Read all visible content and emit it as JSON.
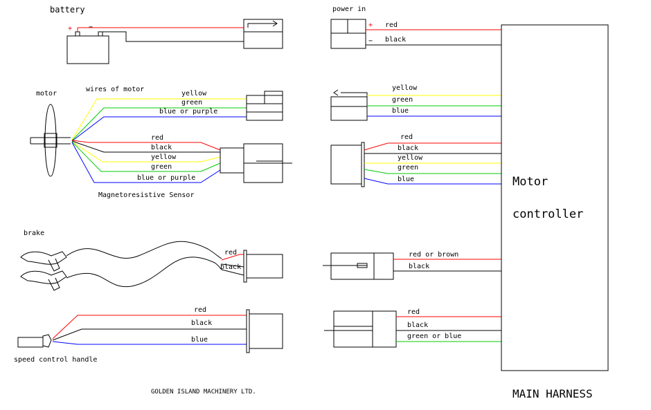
{
  "colors": {
    "red": "#ff0000",
    "black": "#000000",
    "yellow": "#ffff00",
    "green": "#00cc00",
    "blue": "#0000ff"
  },
  "battery": {
    "title": "battery",
    "plus": "+",
    "minus": "−"
  },
  "power_in": {
    "title": "power in",
    "plus": "+",
    "minus": "−",
    "wires": [
      "red",
      "black"
    ]
  },
  "motor": {
    "title": "motor",
    "wires_title": "wires of motor",
    "phase_wires": [
      "yellow",
      "green",
      "blue or purple"
    ],
    "sensor_wires": [
      "red",
      "black",
      "yellow",
      "green",
      "blue or purple"
    ],
    "sensor_title": "Magnetoresistive Sensor"
  },
  "controller_motor": {
    "phase_wires": [
      "yellow",
      "green",
      "blue"
    ],
    "sensor_wires": [
      "red",
      "black",
      "yellow",
      "green",
      "blue"
    ]
  },
  "brake": {
    "title": "brake",
    "wires": [
      "red",
      "black"
    ]
  },
  "controller_brake": {
    "wires": [
      "red or brown",
      "black"
    ]
  },
  "speed_handle": {
    "title": "speed control handle",
    "wires": [
      "red",
      "black",
      "blue"
    ]
  },
  "controller_speed": {
    "wires": [
      "red",
      "black",
      "green or blue"
    ]
  },
  "controller": {
    "line1": "Motor",
    "line2": "controller"
  },
  "footer": {
    "company": "GOLDEN ISLAND MACHINERY LTD.",
    "title": "MAIN HARNESS"
  }
}
